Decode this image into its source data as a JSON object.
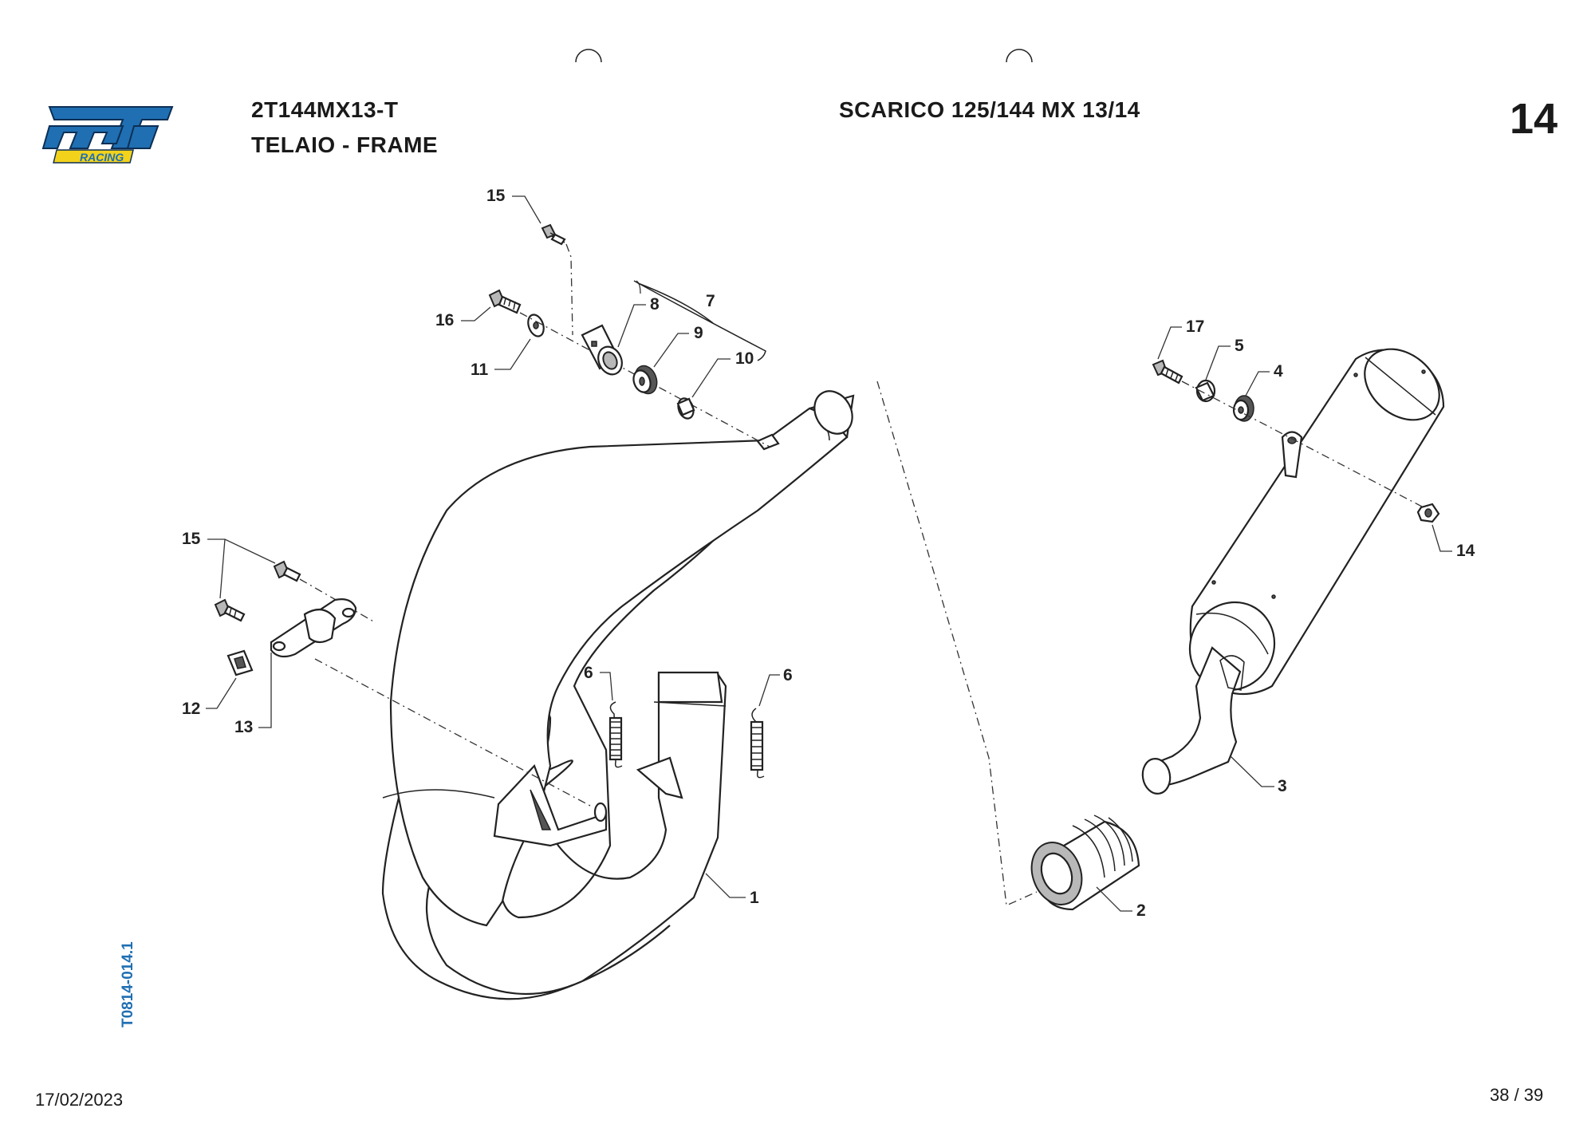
{
  "header": {
    "logo_text": "tm",
    "logo_sub": "RACING",
    "model_code": "2T144MX13-T",
    "section": "TELAIO - FRAME",
    "title": "SCARICO 125/144 MX 13/14",
    "page_number": "14"
  },
  "side_ref": "T0814-014.1",
  "footer": {
    "date": "17/02/2023",
    "pages": "38 / 39"
  },
  "callouts": {
    "c1": "1",
    "c2": "2",
    "c3": "3",
    "c4": "4",
    "c5": "5",
    "c6a": "6",
    "c6b": "6",
    "c7": "7",
    "c8": "8",
    "c9": "9",
    "c10": "10",
    "c11": "11",
    "c12": "12",
    "c13": "13",
    "c14": "14",
    "c15a": "15",
    "c15b": "15",
    "c16": "16",
    "c17": "17"
  },
  "colors": {
    "logo_blue": "#1f6fb2",
    "logo_yellow": "#f2d21b",
    "doc_ref_blue": "#1f6fb2"
  }
}
